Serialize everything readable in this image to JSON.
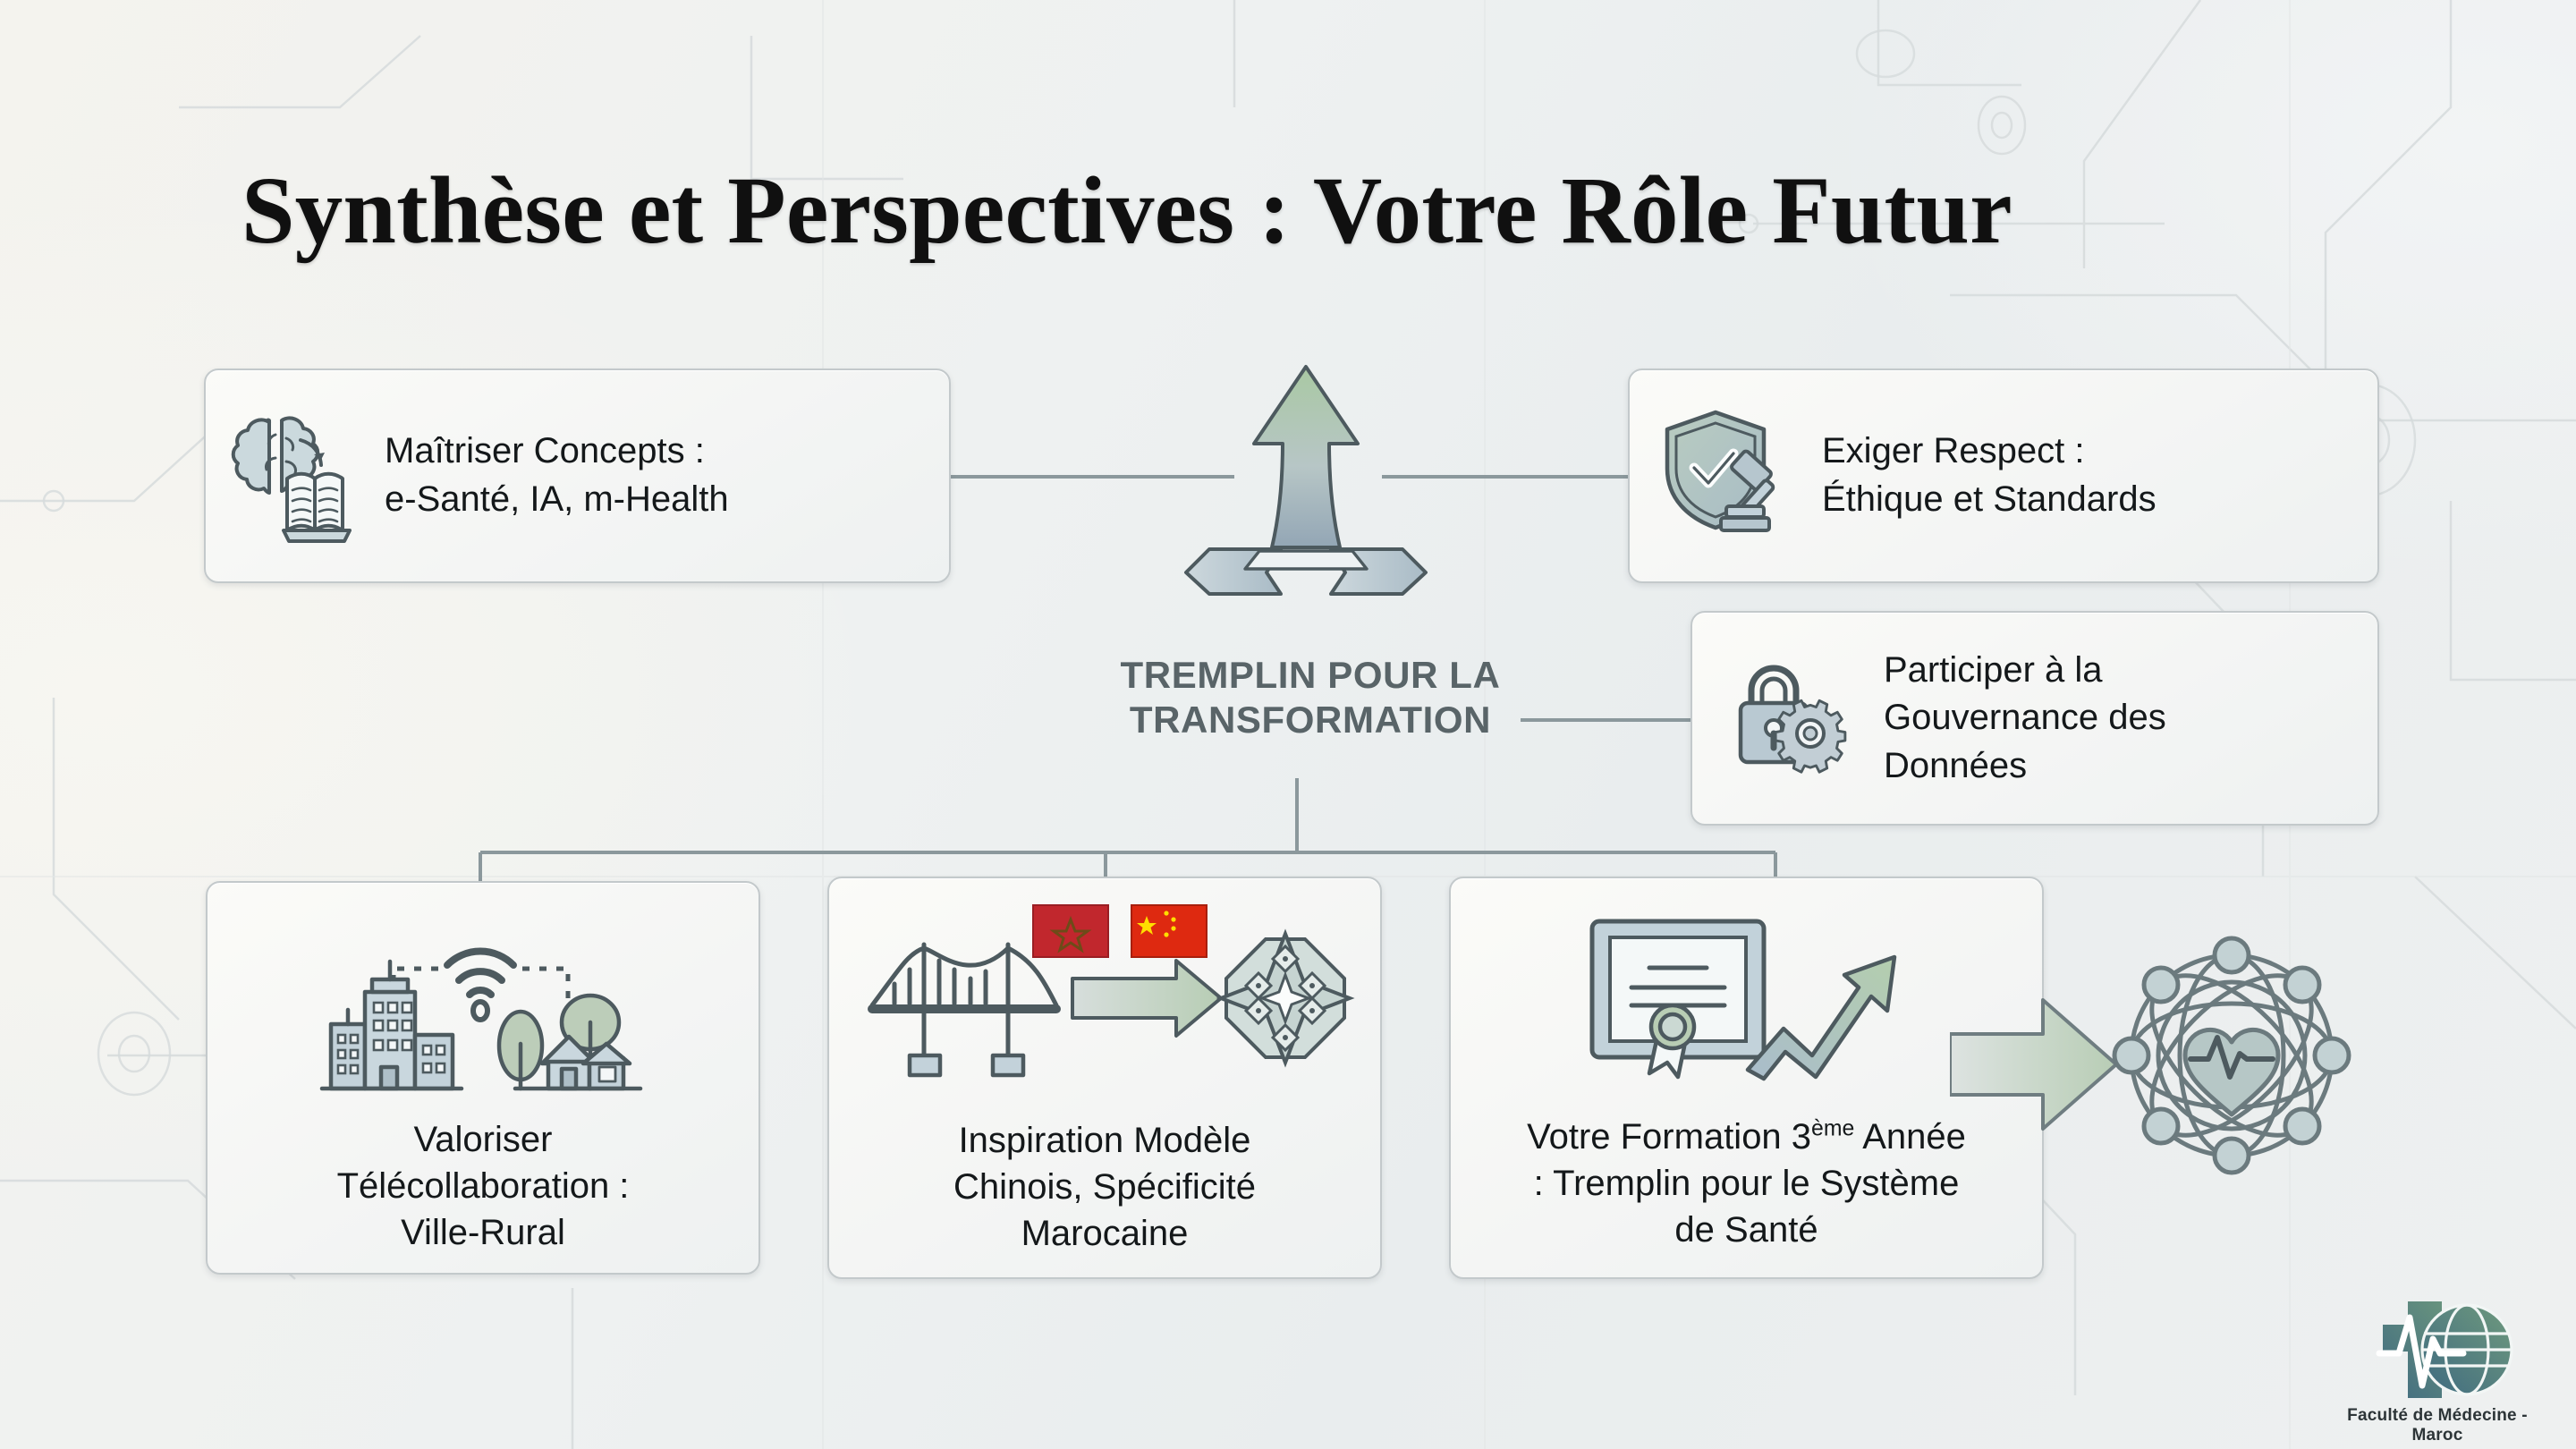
{
  "slide": {
    "title": "Synthèse et Perspectives : Votre Rôle Futur",
    "hub_label_line1": "TREMPLIN POUR LA",
    "hub_label_line2": "TRANSFORMATION"
  },
  "cards": {
    "concepts": {
      "icon": "brain-book-icon",
      "line1": "Maîtriser Concepts :",
      "line2": "e-Santé, IA, m-Health"
    },
    "ethics": {
      "icon": "shield-check-gavel-icon",
      "line1": "Exiger Respect :",
      "line2": "Éthique et Standards"
    },
    "governance": {
      "icon": "lock-gear-icon",
      "line1": "Participer à la",
      "line2": "Gouvernance des",
      "line3": "Données"
    },
    "telecollab": {
      "icon": "city-wifi-rural-icon",
      "line1": "Valoriser",
      "line2": "Télécollaboration :",
      "line3": "Ville-Rural"
    },
    "inspiration": {
      "icon": "bridge-flags-star-icon",
      "flag_left": "morocco-flag-icon",
      "flag_right": "china-flag-icon",
      "line1": "Inspiration Modèle",
      "line2": "Chinois, Spécificité",
      "line3": "Marocaine"
    },
    "formation": {
      "icon": "diploma-growth-icon",
      "line1_a": "Votre Formation 3",
      "line1_sup": "ème",
      "line1_b": " Année",
      "line2": ": Tremplin pour le Système",
      "line3": "de Santé"
    }
  },
  "outcome": {
    "icon": "global-health-network-icon"
  },
  "logo": {
    "icon": "medical-cross-globe-pulse-icon",
    "caption": "Faculté de Médecine - Maroc"
  },
  "colors": {
    "background": "#eef0f0",
    "card_border": "#c3c9cb",
    "text": "#14181a",
    "hub_text": "#596468",
    "connector": "#8b989c",
    "icon_stroke": "#4d5a5f",
    "icon_fill_blue": "#c3d2da",
    "icon_fill_green": "#b9cdb6",
    "flag_red": "#c1272d",
    "flag_china_red": "#de2910",
    "flag_china_yellow": "#ffde00",
    "arrow_gradient_from": "#a7c3a2",
    "arrow_gradient_to": "#9fb0bc"
  }
}
